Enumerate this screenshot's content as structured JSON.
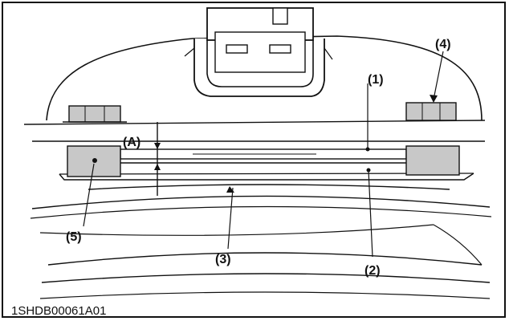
{
  "figure": {
    "code": "1SHDB00061A01",
    "dimension_label": "(A)",
    "callouts": {
      "c1": "(1)",
      "c2": "(2)",
      "c3": "(3)",
      "c4": "(4)",
      "c5": "(5)"
    }
  },
  "colors": {
    "line": "#111111",
    "bolt_fill": "#c8c8c8",
    "background": "#ffffff"
  }
}
